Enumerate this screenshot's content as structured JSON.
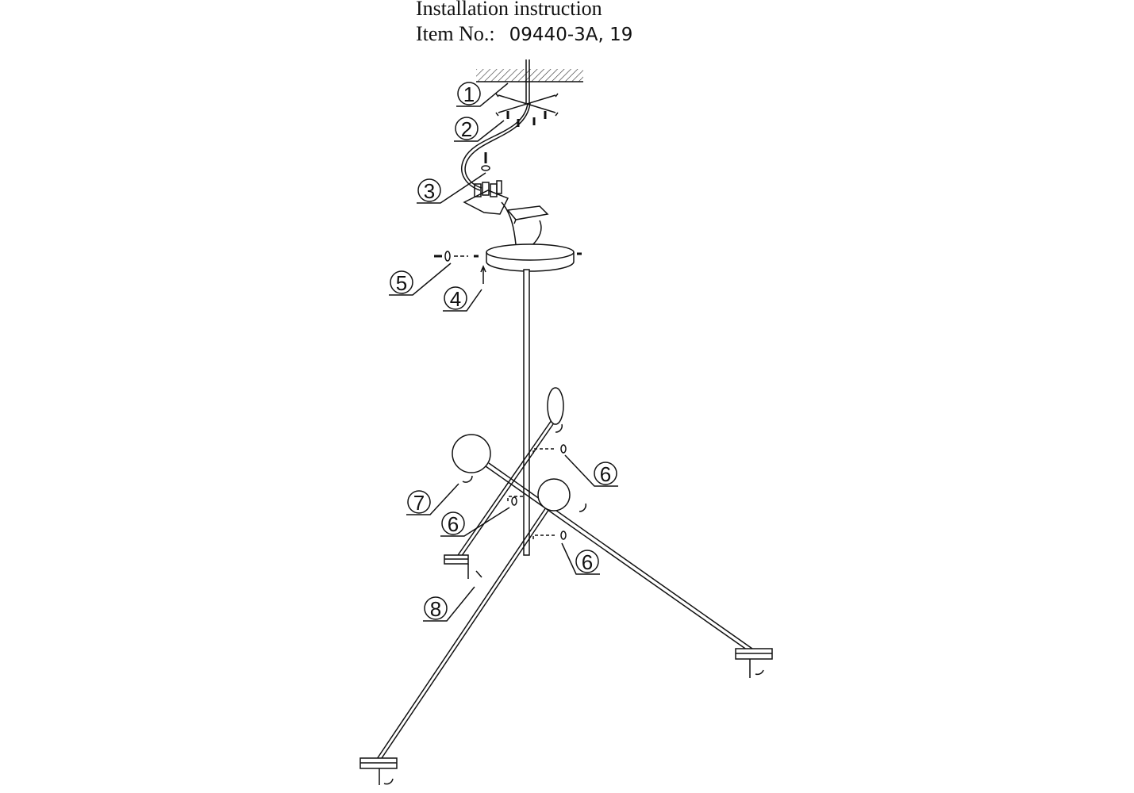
{
  "header": {
    "title": "Installation instruction",
    "item_label": "Item No.:",
    "item_number": "09440-3A, 19"
  },
  "callouts": [
    "1",
    "2",
    "3",
    "4",
    "5",
    "6",
    "7",
    "6",
    "6",
    "8"
  ]
}
